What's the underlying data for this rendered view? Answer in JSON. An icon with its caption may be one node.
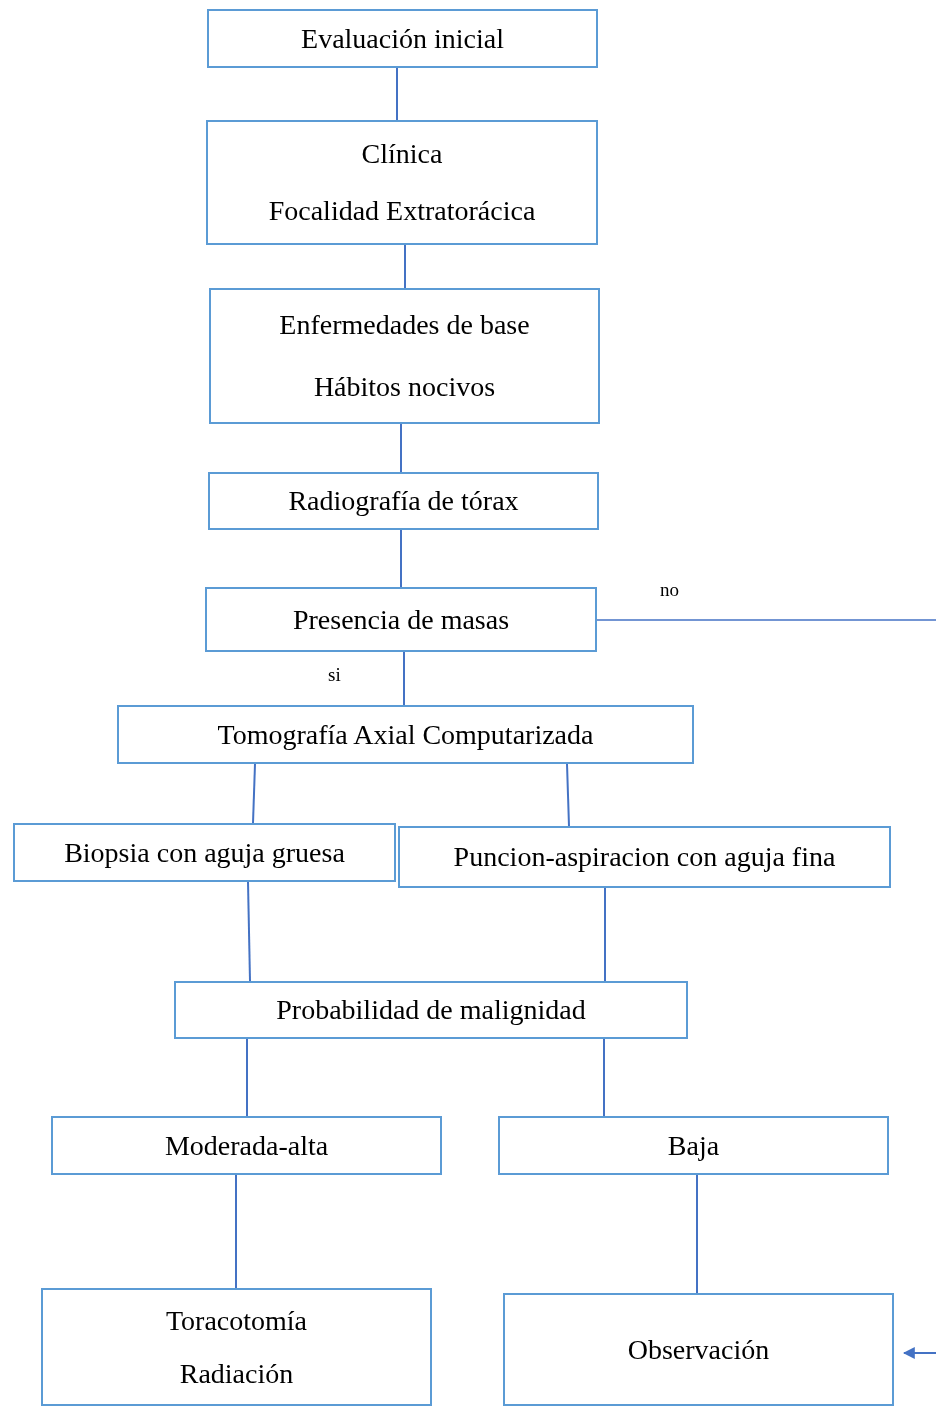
{
  "diagram": {
    "nodes": [
      {
        "text": [
          "Evaluación inicial"
        ]
      },
      {
        "text": [
          "Clínica",
          "Focalidad Extratorácica"
        ]
      },
      {
        "text": [
          "Enfermedades de base",
          "Hábitos nocivos"
        ]
      },
      {
        "text": [
          "Radiografía de tórax"
        ]
      },
      {
        "text": [
          "Presencia de masas"
        ]
      },
      {
        "text": [
          "Tomografía Axial Computarizada"
        ]
      },
      {
        "text": [
          "Biopsia con aguja gruesa"
        ]
      },
      {
        "text": [
          "Puncion-aspiracion con aguja fina"
        ]
      },
      {
        "text": [
          "Probabilidad de malignidad"
        ]
      },
      {
        "text": [
          "Moderada-alta"
        ]
      },
      {
        "text": [
          "Baja"
        ]
      },
      {
        "text": [
          "Toracotomía",
          "Radiación"
        ]
      },
      {
        "text": [
          "Observación"
        ]
      }
    ],
    "edges": [
      {
        "from": 0,
        "to": 1,
        "arrow": "none"
      },
      {
        "from": 1,
        "to": 2,
        "arrow": "none"
      },
      {
        "from": 2,
        "to": 3,
        "arrow": "none"
      },
      {
        "from": 3,
        "to": 4,
        "arrow": "none"
      },
      {
        "from": 4,
        "to": 5,
        "arrow": "none",
        "label": "si"
      },
      {
        "from": 5,
        "to": 6,
        "arrow": "none"
      },
      {
        "from": 5,
        "to": 7,
        "arrow": "none"
      },
      {
        "from": 6,
        "to": 8,
        "arrow": "none"
      },
      {
        "from": 7,
        "to": 8,
        "arrow": "none"
      },
      {
        "from": 8,
        "to": 9,
        "arrow": "none"
      },
      {
        "from": 8,
        "to": 10,
        "arrow": "none"
      },
      {
        "from": 9,
        "to": 11,
        "arrow": "none"
      },
      {
        "from": 10,
        "to": 12,
        "arrow": "none"
      },
      {
        "from": 4,
        "to": null,
        "arrow": "none",
        "label": "no"
      },
      {
        "from": null,
        "to": 12,
        "arrow": "to"
      }
    ]
  }
}
